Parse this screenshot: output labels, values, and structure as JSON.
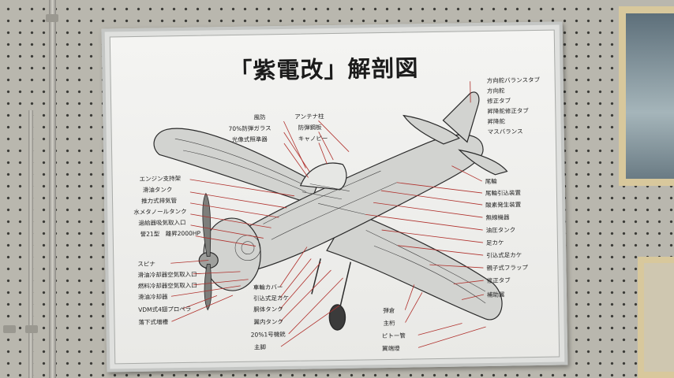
{
  "board": {
    "title": "「紫電改」解剖図"
  },
  "labels": {
    "top": [
      "風防",
      "70%防弾ガラス",
      "光像式照準器",
      "アンテナ柱",
      "防弾鋼板",
      "キャノピー"
    ],
    "left": [
      "エンジン支持架",
      "滑油タンク",
      "推力式排気管",
      "水メタノールタンク",
      "過給器吸気取入口",
      "誉21型　離昇2000HP",
      "スピナ",
      "滑油冷却器空気取入口",
      "燃料冷却器空気取入口",
      "滑油冷却器",
      "VDM式4翅プロペラ",
      "落下式増槽"
    ],
    "bottom": [
      "車輪カバー",
      "引込式足カケ",
      "胴体タンク",
      "翼内タンク",
      "20%1号機銃",
      "主脚"
    ],
    "right_tail": [
      "方向舵バランスタブ",
      "方向舵",
      "修正タブ",
      "昇降舵修正タブ",
      "昇降舵",
      "マスバランス"
    ],
    "right": [
      "尾輪",
      "尾輪引込装置",
      "酸素発生装置",
      "無線機器",
      "油圧タンク",
      "足カケ",
      "引込式足カケ",
      "親子式フラップ",
      "修正タブ",
      "補助翼"
    ],
    "right_bottom": [
      "弾倉",
      "主桁",
      "ピトー管",
      "翼端燈"
    ]
  },
  "colors": {
    "leader_line": "#b0302c",
    "board_face": "#f1f1ef",
    "pegboard": "#b9b7ae"
  }
}
